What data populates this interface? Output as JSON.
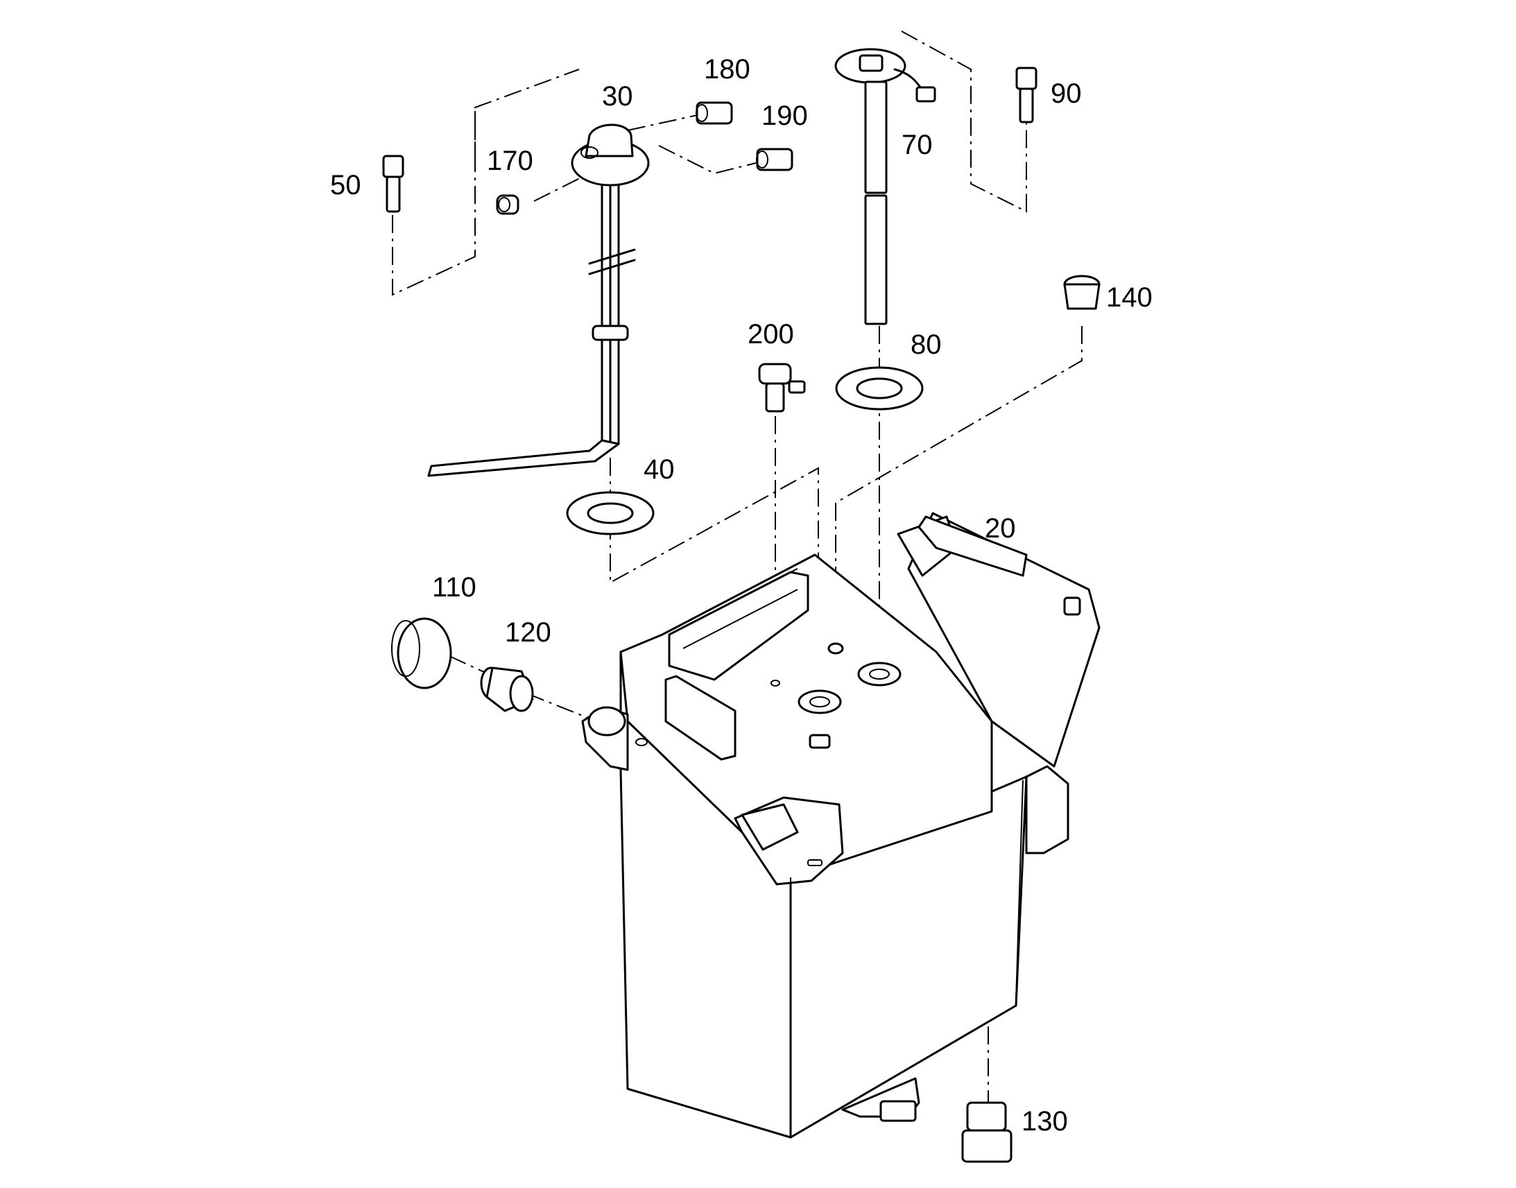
{
  "callouts": {
    "c20": "20",
    "c30": "30",
    "c40": "40",
    "c50": "50",
    "c70": "70",
    "c80": "80",
    "c90": "90",
    "c110": "110",
    "c120": "120",
    "c130": "130",
    "c140": "140",
    "c170": "170",
    "c180": "180",
    "c190": "190",
    "c200": "200"
  }
}
